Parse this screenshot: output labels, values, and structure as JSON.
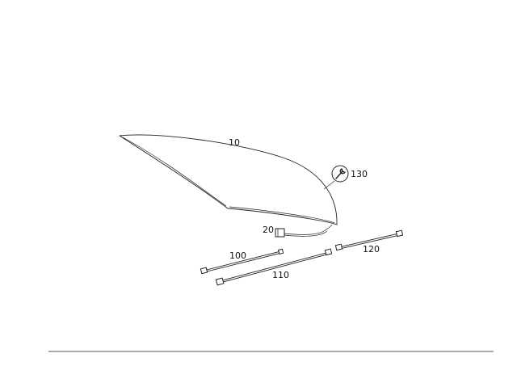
{
  "callouts": {
    "windshield": "10",
    "connector": "20",
    "tool": "130",
    "strip_left": "100",
    "strip_middle": "110",
    "strip_right": "120"
  }
}
